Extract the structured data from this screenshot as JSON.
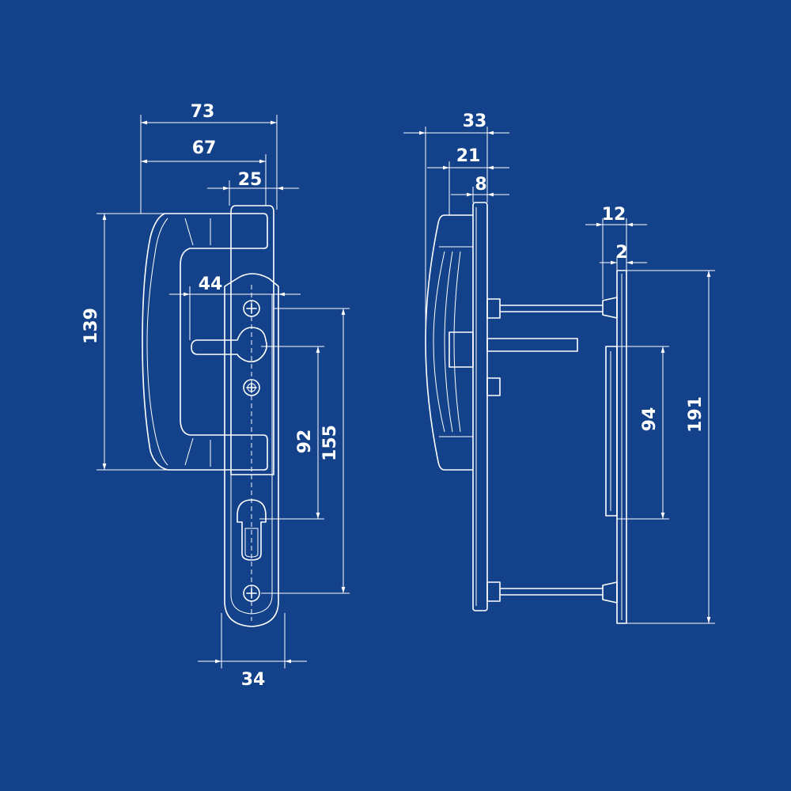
{
  "colors": {
    "background": "#13428a",
    "lines": "#ffffff"
  },
  "front_view": {
    "width_overall": "73",
    "width_handle": "67",
    "width_plate_top": "25",
    "handle_gap": "44",
    "height_handle": "139",
    "spacing_screws": "92",
    "height_plate": "155",
    "width_plate": "34"
  },
  "side_view": {
    "depth_overall": "33",
    "depth_handle": "21",
    "depth_plate": "8",
    "depth_back_plate": "12",
    "thickness_back_plate": "2",
    "height_recess": "94",
    "height_back_plate": "191"
  }
}
